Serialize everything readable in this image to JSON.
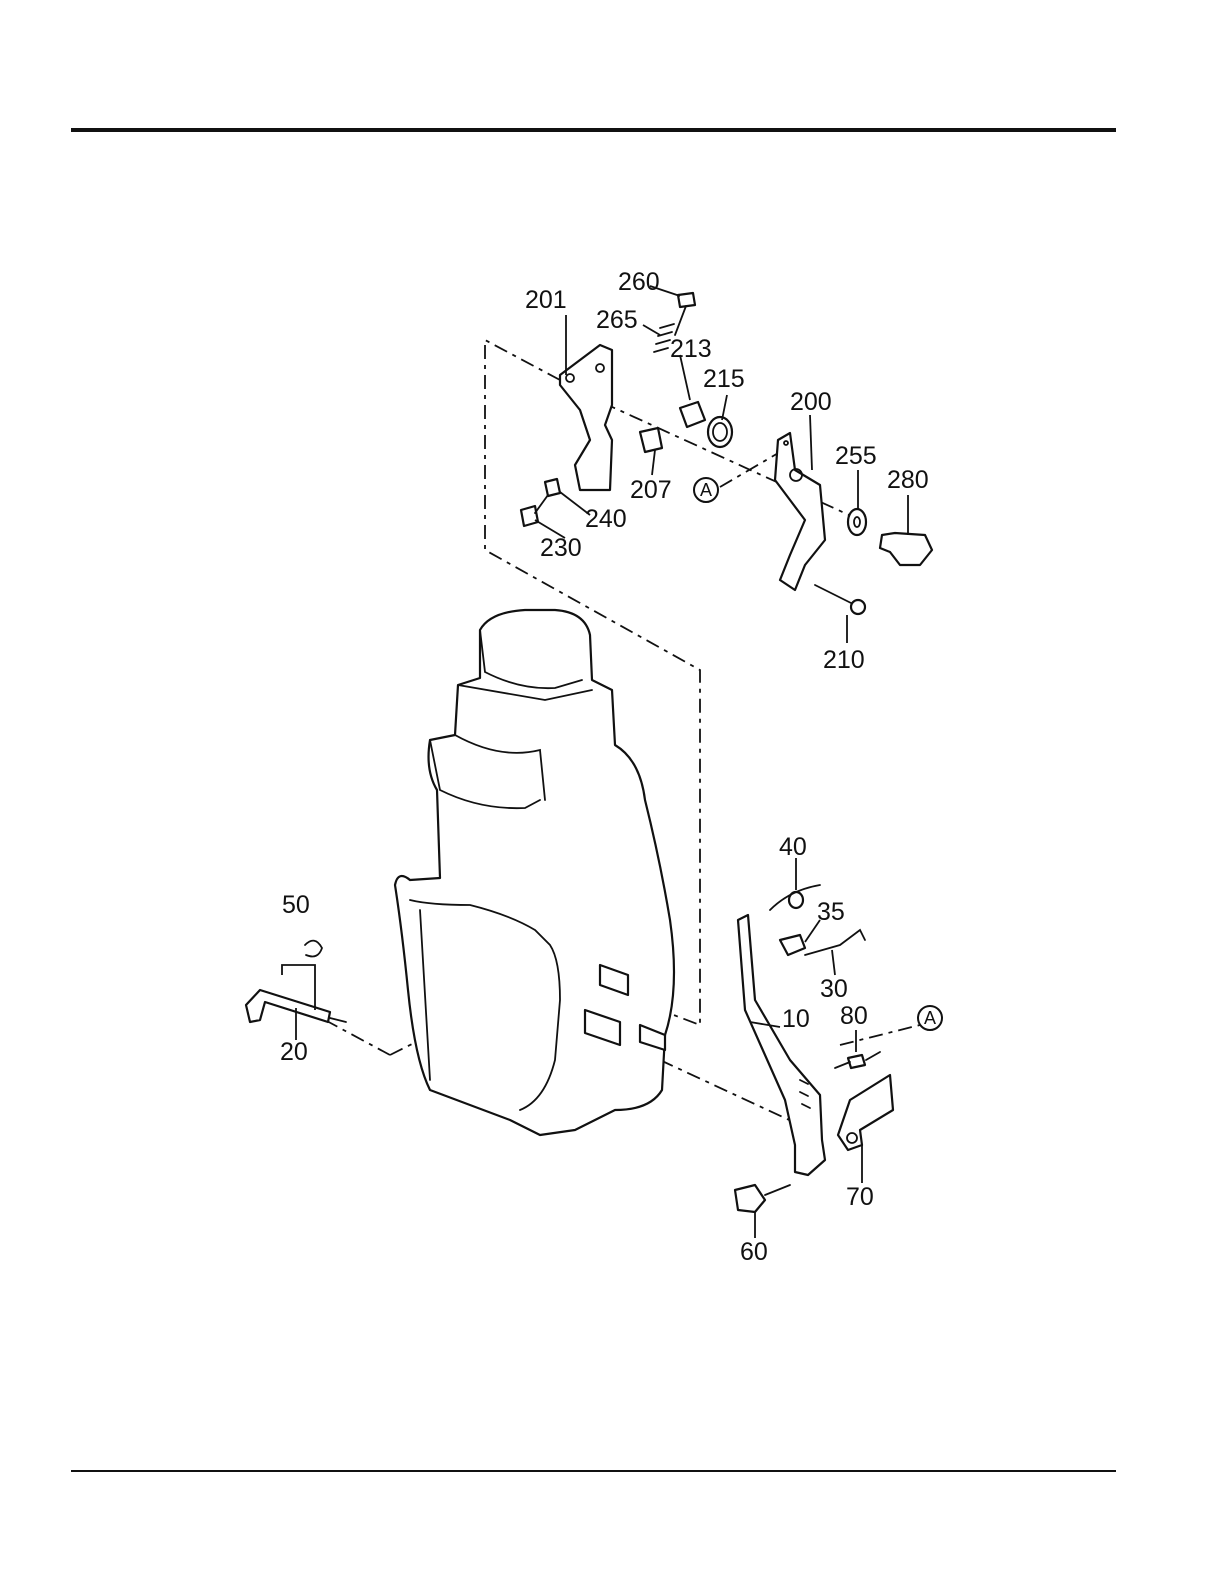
{
  "callouts": {
    "c260": "260",
    "c201": "201",
    "c265": "265",
    "c213": "213",
    "c215": "215",
    "c200": "200",
    "c255": "255",
    "c280": "280",
    "c207": "207",
    "c240": "240",
    "c230": "230",
    "c210": "210",
    "c40": "40",
    "c35": "35",
    "c50": "50",
    "c30": "30",
    "c10": "10",
    "c80": "80",
    "c20": "20",
    "c70": "70",
    "c60": "60"
  },
  "reference_marks": {
    "upper": "A",
    "lower": "A"
  }
}
